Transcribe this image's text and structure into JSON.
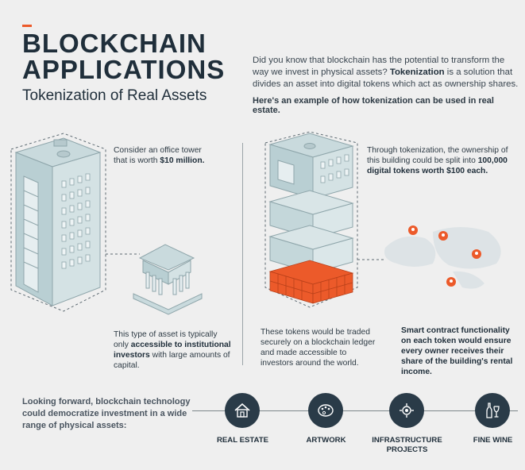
{
  "header": {
    "title_line1": "BLOCKCHAIN",
    "title_line2": "APPLICATIONS",
    "subtitle": "Tokenization of Real Assets",
    "accent_color": "#ec5a2a"
  },
  "intro": {
    "p1_a": "Did you know that blockchain has the potential to transform the way we invest in physical assets?",
    "p1_bold": "Tokenization",
    "p1_b": "is a solution that divides an asset into digital tokens which act as ownership shares.",
    "p2": "Here's an example of how tokenization can be used in real estate."
  },
  "left": {
    "tower_a": "Consider an office tower that is worth",
    "tower_bold": "$10 million.",
    "asset_a": "This type of asset is typically only",
    "asset_bold": "accessible to institutional investors",
    "asset_b": "with large amounts of capital."
  },
  "right": {
    "split_a": "Through tokenization, the ownership of this building could be split into",
    "split_bold": "100,000 digital tokens worth $100 each.",
    "traded": "These tokens would be traded securely on a blockchain ledger and made accessible to investors around the world.",
    "smart": "Smart contract functionality on each token would ensure every owner receives their share of the building's rental income."
  },
  "footer": {
    "text": "Looking forward, blockchain technology could democratize investment in a wide range of physical assets:",
    "items": [
      {
        "label": "REAL ESTATE",
        "icon": "house-icon"
      },
      {
        "label": "ARTWORK",
        "icon": "palette-icon"
      },
      {
        "label": "INFRASTRUCTURE PROJECTS",
        "icon": "infrastructure-icon"
      },
      {
        "label": "FINE WINE",
        "icon": "wine-icon"
      }
    ]
  }
}
